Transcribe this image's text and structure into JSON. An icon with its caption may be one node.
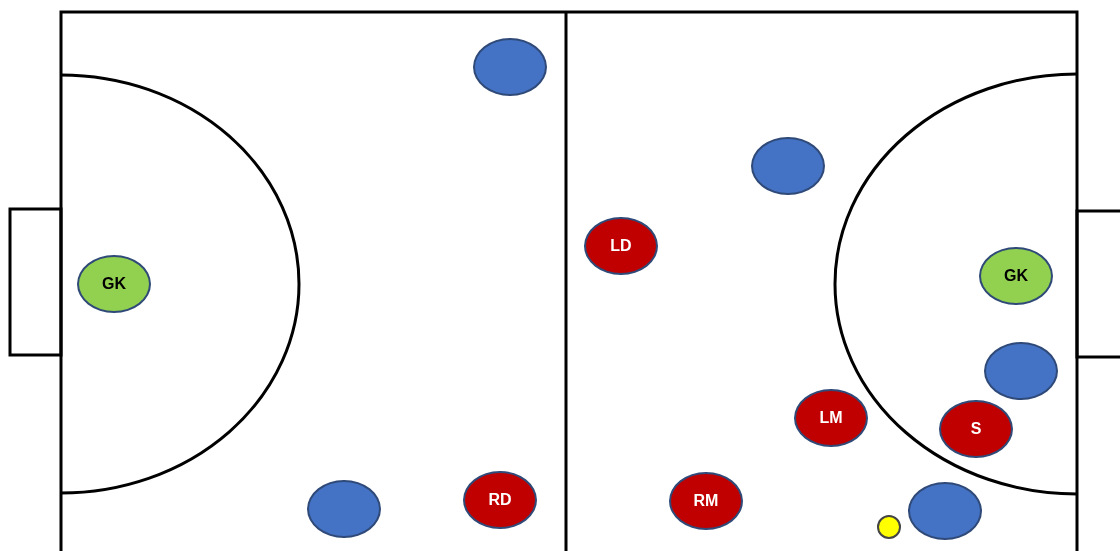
{
  "diagram": {
    "nodes": [
      {
        "text": [],
        "shape": "ellipse"
      },
      {
        "text": [],
        "shape": "ellipse"
      },
      {
        "text": [
          "LD"
        ]
      },
      {
        "text": [
          "GK"
        ]
      },
      {
        "text": [
          "GK"
        ]
      },
      {
        "text": [],
        "shape": "ellipse"
      },
      {
        "text": [
          "LM"
        ]
      },
      {
        "text": [
          "S"
        ]
      },
      {
        "text": [
          "RD"
        ]
      },
      {
        "text": [
          "RM"
        ]
      },
      {
        "text": [],
        "shape": "ellipse"
      },
      {
        "text": [],
        "shape": "ellipse"
      },
      {
        "text": [],
        "shape": "circle"
      }
    ]
  }
}
